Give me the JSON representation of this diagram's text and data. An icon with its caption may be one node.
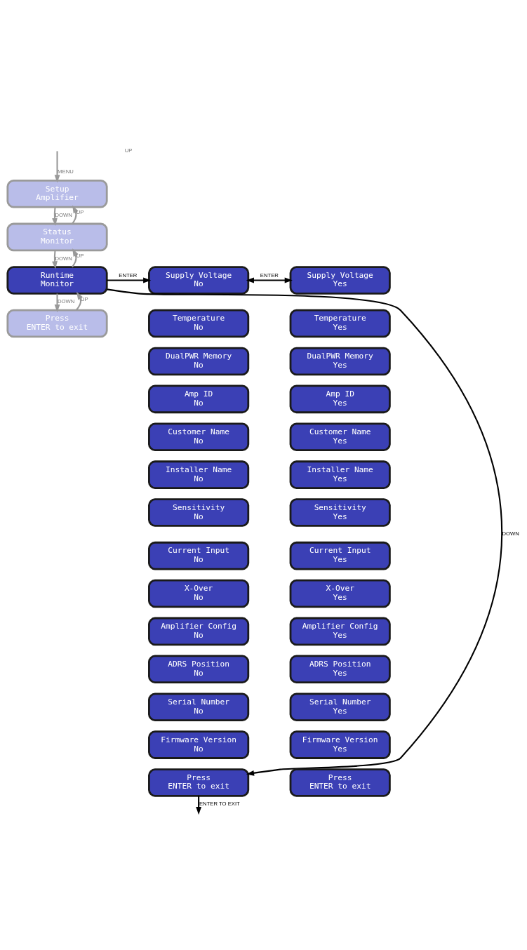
{
  "diagram": {
    "nodes": [
      {
        "text": [
          "Setup",
          "Amplifier"
        ]
      },
      {
        "text": [
          "Status",
          "Monitor"
        ]
      },
      {
        "text": [
          "Runtime",
          "Monitor"
        ]
      },
      {
        "text": [
          "Press",
          "ENTER to exit"
        ]
      },
      {
        "text": [
          "Supply Voltage",
          "No"
        ]
      },
      {
        "text": [
          "Temperature",
          "No"
        ]
      },
      {
        "text": [
          "DualPWR Memory",
          "No"
        ]
      },
      {
        "text": [
          "Amp ID",
          "No"
        ]
      },
      {
        "text": [
          "Customer Name",
          "No"
        ]
      },
      {
        "text": [
          "Installer Name",
          "No"
        ]
      },
      {
        "text": [
          "Sensitivity",
          "No"
        ]
      },
      {
        "text": [
          "Current Input",
          "No"
        ]
      },
      {
        "text": [
          "X-Over",
          "No"
        ]
      },
      {
        "text": [
          "Amplifier Config",
          "No"
        ]
      },
      {
        "text": [
          "ADRS Position",
          "No"
        ]
      },
      {
        "text": [
          "Serial Number",
          "No"
        ]
      },
      {
        "text": [
          "Firmware Version",
          "No"
        ]
      },
      {
        "text": [
          "Press",
          "ENTER to exit"
        ]
      },
      {
        "text": [
          "Supply Voltage",
          "Yes"
        ]
      },
      {
        "text": [
          "Temperature",
          "Yes"
        ]
      },
      {
        "text": [
          "DualPWR Memory",
          "Yes"
        ]
      },
      {
        "text": [
          "Amp ID",
          "Yes"
        ]
      },
      {
        "text": [
          "Customer Name",
          "Yes"
        ]
      },
      {
        "text": [
          "Installer Name",
          "Yes"
        ]
      },
      {
        "text": [
          "Sensitivity",
          "Yes"
        ]
      },
      {
        "text": [
          "Current Input",
          "Yes"
        ]
      },
      {
        "text": [
          "X-Over",
          "Yes"
        ]
      },
      {
        "text": [
          "Amplifier Config",
          "Yes"
        ]
      },
      {
        "text": [
          "ADRS Position",
          "Yes"
        ]
      },
      {
        "text": [
          "Serial Number",
          "Yes"
        ]
      },
      {
        "text": [
          "Firmware Version",
          "Yes"
        ]
      },
      {
        "text": [
          "Press",
          "ENTER to exit"
        ]
      }
    ],
    "edges": [
      {
        "from": null,
        "to": 0,
        "arrow": "to",
        "label": "MENU"
      },
      {
        "from": 0,
        "to": 1,
        "arrow": "to",
        "label": "DOWN"
      },
      {
        "from": 1,
        "to": 0,
        "arrow": "to",
        "label": "UP"
      },
      {
        "from": 1,
        "to": 2,
        "arrow": "to",
        "label": "DOWN"
      },
      {
        "from": 2,
        "to": 1,
        "arrow": "to",
        "label": "UP"
      },
      {
        "from": 2,
        "to": 3,
        "arrow": "to",
        "label": "DOWN"
      },
      {
        "from": 3,
        "to": 2,
        "arrow": "to",
        "label": "UP"
      },
      {
        "from": 2,
        "to": 4,
        "arrow": "to",
        "label": "ENTER",
        "color": "#000000"
      },
      {
        "from": 4,
        "to": 18,
        "arrow": "both",
        "label": "ENTER",
        "color": "#000000"
      },
      {
        "from": 2,
        "to": 17,
        "arrow": "to",
        "label": "DOWN",
        "color": "#000000"
      },
      {
        "from": 17,
        "to": null,
        "arrow": "to",
        "label": "ENTER TO EXIT",
        "color": "#000000"
      }
    ],
    "labels": [
      "UP"
    ]
  }
}
